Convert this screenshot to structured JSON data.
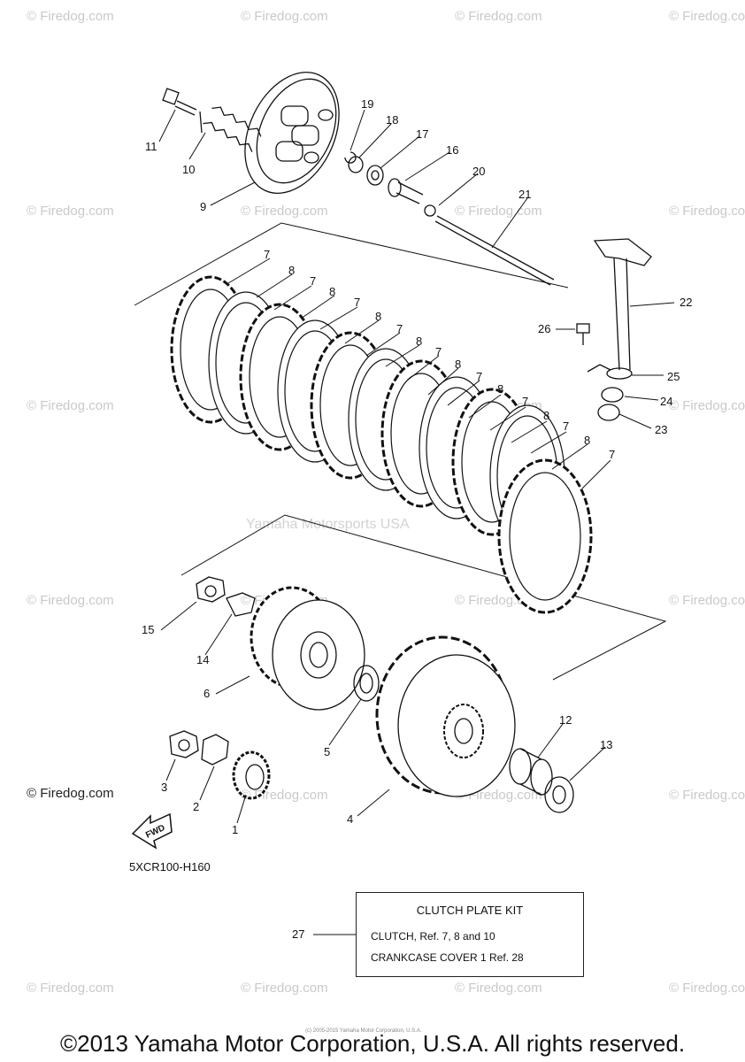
{
  "watermark": "© Firedog.com",
  "center_watermark": "Yamaha Motorsports USA",
  "firedog_mark": "© Firedog.com",
  "diagram_code": "5XCR100-H160",
  "fwd_label": "FWD",
  "callouts": {
    "c1": "1",
    "c2": "2",
    "c3": "3",
    "c4": "4",
    "c5": "5",
    "c6": "6",
    "c7": "7",
    "c8": "8",
    "c9": "9",
    "c10": "10",
    "c11": "11",
    "c12": "12",
    "c13": "13",
    "c14": "14",
    "c15": "15",
    "c16": "16",
    "c17": "17",
    "c18": "18",
    "c19": "19",
    "c20": "20",
    "c21": "21",
    "c22": "22",
    "c23": "23",
    "c24": "24",
    "c25": "25",
    "c26": "26",
    "c27": "27"
  },
  "kit": {
    "title": "CLUTCH PLATE KIT",
    "line1": "CLUTCH, Ref.  7, 8 and 10",
    "line2": "CRANKCASE COVER 1 Ref. 28"
  },
  "small_credit": "(c) 2005-2015 Yamaha Motor Corporation, U.S.A.",
  "copyright": "©2013 Yamaha Motor Corporation, U.S.A. All rights reserved."
}
